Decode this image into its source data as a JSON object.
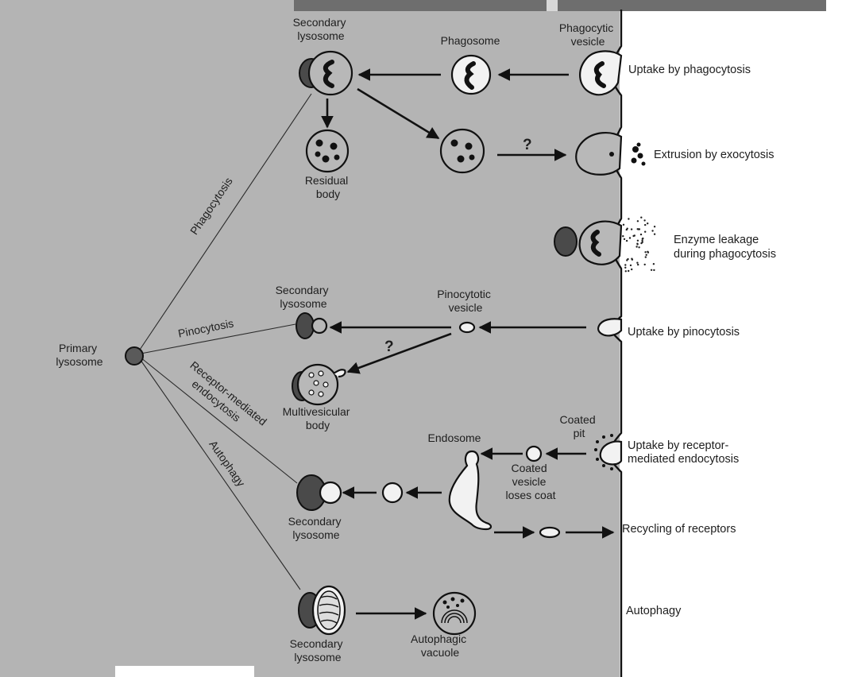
{
  "labels": {
    "secondary_lysosome_top": [
      "Secondary",
      "lysosome"
    ],
    "phagosome": "Phagosome",
    "phagocytic_vesicle": [
      "Phagocytic",
      "vesicle"
    ],
    "residual_body": [
      "Residual",
      "body"
    ],
    "secondary_lysosome_pino": [
      "Secondary",
      "lysosome"
    ],
    "pinocytotic_vesicle": [
      "Pinocytotic",
      "vesicle"
    ],
    "primary_lysosome": [
      "Primary",
      "lysosome"
    ],
    "multivesicular_body": [
      "Multivesicular",
      "body"
    ],
    "endosome": "Endosome",
    "coated_pit": [
      "Coated",
      "pit"
    ],
    "coated_vesicle": [
      "Coated",
      "vesicle",
      "loses coat"
    ],
    "secondary_lysosome_rme": [
      "Secondary",
      "lysosome"
    ],
    "secondary_lysosome_auto": [
      "Secondary",
      "lysosome"
    ],
    "autophagic_vacuole": [
      "Autophagic",
      "vacuole"
    ],
    "question_mark": "?"
  },
  "pathways": {
    "phagocytosis": "Phagocytosis",
    "pinocytosis": "Pinocytosis",
    "receptor_mediated": [
      "Receptor-mediated",
      "endocytosis"
    ],
    "autophagy": "Autophagy"
  },
  "side_labels": {
    "uptake_phagocytosis": "Uptake by phagocytosis",
    "extrusion": "Extrusion by exocytosis",
    "enzyme_leakage": [
      "Enzyme leakage",
      "during phagocytosis"
    ],
    "uptake_pinocytosis": "Uptake by pinocytosis",
    "uptake_receptor": [
      "Uptake by receptor-",
      "mediated endocytosis"
    ],
    "recycling": "Recycling of receptors",
    "autophagy": "Autophagy"
  }
}
